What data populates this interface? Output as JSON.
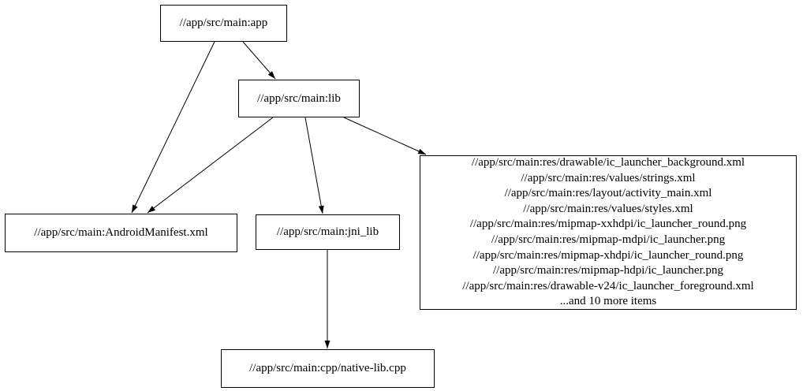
{
  "diagram": {
    "type": "directed-dependency-graph",
    "background_color": "#ffffff",
    "node_border_color": "#000000",
    "text_color": "#000000",
    "edge_color": "#000000",
    "nodes": {
      "app": {
        "label": "//app/src/main:app"
      },
      "lib": {
        "label": "//app/src/main:lib"
      },
      "android_manifest": {
        "label": "//app/src/main:AndroidManifest.xml"
      },
      "jni_lib": {
        "label": "//app/src/main:jni_lib"
      },
      "res_group": {
        "lines": [
          "//app/src/main:res/drawable/ic_launcher_background.xml",
          "//app/src/main:res/values/strings.xml",
          "//app/src/main:res/layout/activity_main.xml",
          "//app/src/main:res/values/styles.xml",
          "//app/src/main:res/mipmap-xxhdpi/ic_launcher_round.png",
          "//app/src/main:res/mipmap-mdpi/ic_launcher.png",
          "//app/src/main:res/mipmap-xhdpi/ic_launcher_round.png",
          "//app/src/main:res/mipmap-hdpi/ic_launcher.png",
          "//app/src/main:res/drawable-v24/ic_launcher_foreground.xml",
          "...and 10 more items"
        ]
      },
      "native_lib": {
        "label": "//app/src/main:cpp/native-lib.cpp"
      }
    },
    "edges": [
      {
        "from": "app",
        "to": "lib"
      },
      {
        "from": "app",
        "to": "android_manifest"
      },
      {
        "from": "lib",
        "to": "android_manifest"
      },
      {
        "from": "lib",
        "to": "jni_lib"
      },
      {
        "from": "lib",
        "to": "res_group"
      },
      {
        "from": "jni_lib",
        "to": "native_lib"
      }
    ]
  }
}
